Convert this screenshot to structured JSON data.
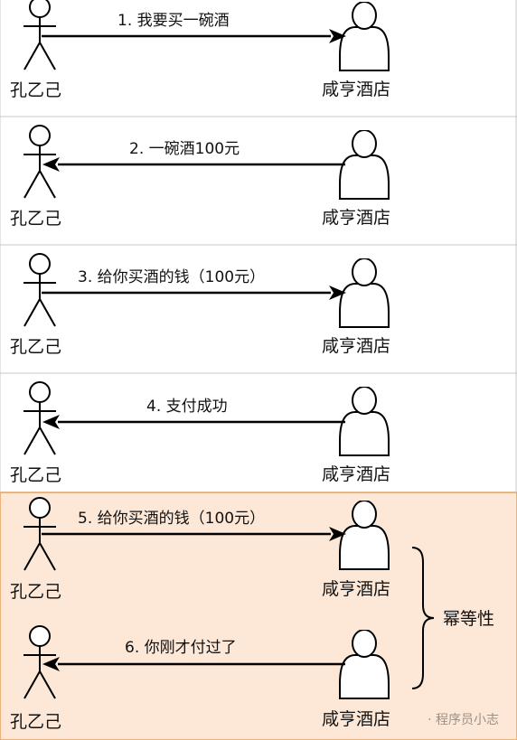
{
  "participants": {
    "customer": "孔乙己",
    "shop": "咸亨酒店"
  },
  "messages": [
    {
      "text": "1. 我要买一碗酒",
      "direction": "to-shop"
    },
    {
      "text": "2. 一碗酒100元",
      "direction": "to-customer"
    },
    {
      "text": "3. 给你买酒的钱（100元）",
      "direction": "to-shop"
    },
    {
      "text": "4. 支付成功",
      "direction": "to-customer"
    },
    {
      "text": "5. 给你买酒的钱（100元）",
      "direction": "to-shop"
    },
    {
      "text": "6. 你刚才付过了",
      "direction": "to-customer"
    }
  ],
  "brace_label": "幂等性",
  "watermark": "· 程序员小志",
  "colors": {
    "highlight_fill": "#fde8d7",
    "highlight_border": "#e7a05a",
    "separator": "#bdbdbd",
    "stroke": "#000000"
  }
}
